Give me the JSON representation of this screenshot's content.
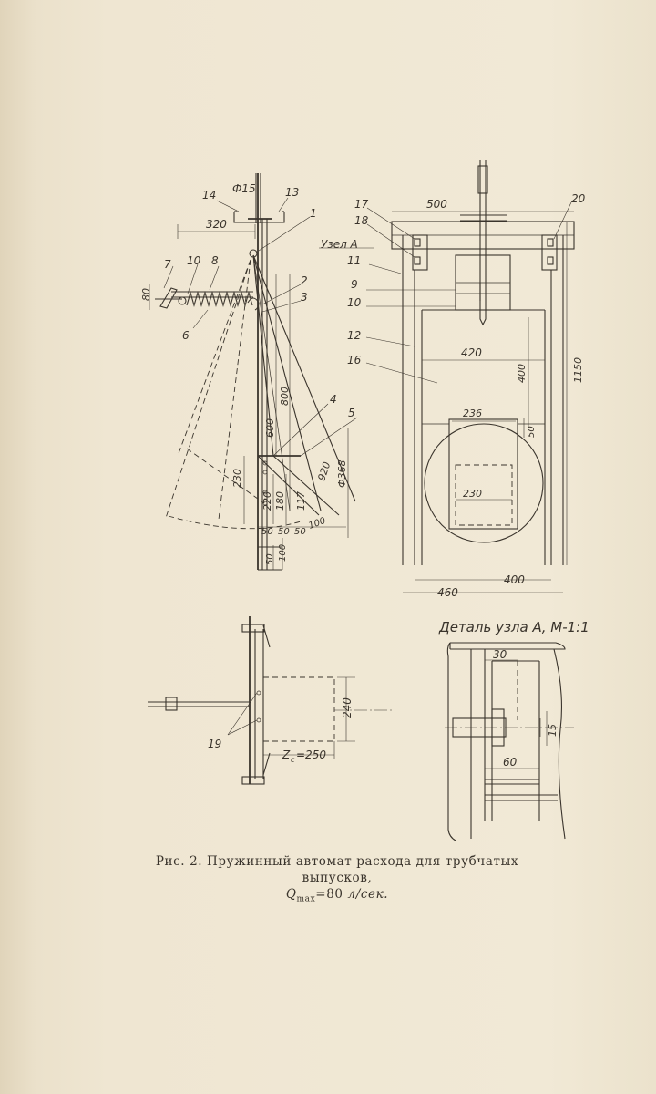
{
  "figure": {
    "caption_line1": "Рис. 2. Пружинный автомат расхода для трубчатых выпусков,",
    "caption_line2_prefix": "Q",
    "caption_line2_sub": "max",
    "caption_line2_value": "=80",
    "caption_line2_unit": "л/сек."
  },
  "side_view": {
    "part_labels": [
      "14",
      "Ф15",
      "13",
      "1",
      "7",
      "10",
      "8",
      "2",
      "3",
      "6",
      "4",
      "5"
    ],
    "dimensions": [
      "320",
      "80",
      "600",
      "800",
      "117",
      "920",
      "Ф368",
      "230",
      "220",
      "180",
      "50",
      "50",
      "50",
      "100",
      "50",
      "100"
    ]
  },
  "front_view": {
    "part_labels": [
      "17",
      "18",
      "Узел А",
      "11",
      "9",
      "10",
      "12",
      "16",
      "20"
    ],
    "dimensions": [
      "500",
      "420",
      "400",
      "1150",
      "236",
      "50",
      "230",
      "400",
      "460"
    ]
  },
  "plan_view": {
    "part_labels": [
      "19"
    ],
    "dimensions": [
      "240",
      "Z",
      "c",
      "=250"
    ]
  },
  "detail_view": {
    "title": "Деталь узла А, М-1:1",
    "dimensions": [
      "30",
      "15",
      "60"
    ]
  }
}
